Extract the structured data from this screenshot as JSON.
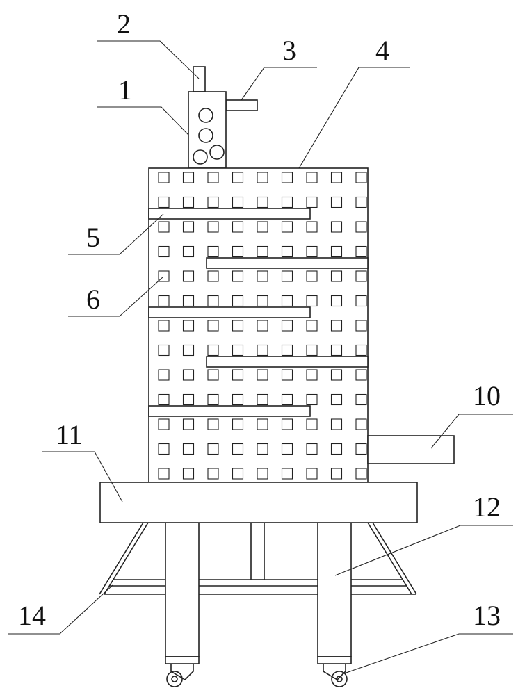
{
  "labels": [
    {
      "id": "1",
      "text": "1"
    },
    {
      "id": "2",
      "text": "2"
    },
    {
      "id": "3",
      "text": "3"
    },
    {
      "id": "4",
      "text": "4"
    },
    {
      "id": "5",
      "text": "5"
    },
    {
      "id": "6",
      "text": "6"
    },
    {
      "id": "10",
      "text": "10"
    },
    {
      "id": "11",
      "text": "11"
    },
    {
      "id": "12",
      "text": "12"
    },
    {
      "id": "13",
      "text": "13"
    },
    {
      "id": "14",
      "text": "14"
    }
  ]
}
